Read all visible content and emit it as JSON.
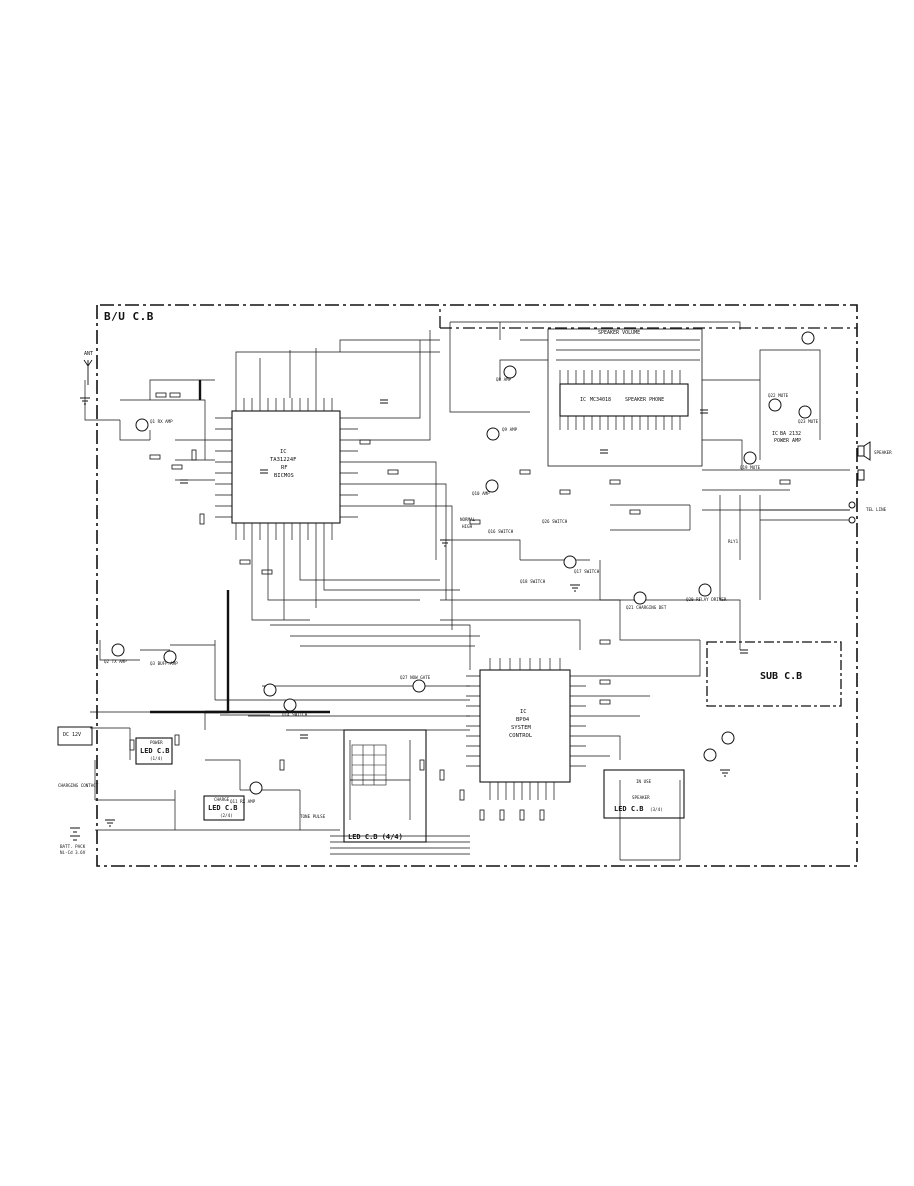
{
  "boards": {
    "main": "B/U C.B",
    "sub": "SUB C.B",
    "led_1": "LED C.B",
    "led_1_sub": "(1/4)",
    "led_2": "LED C.B",
    "led_2_sub": "(2/4)",
    "led_3": "LED C.B",
    "led_3_sub": "(3/4)",
    "led_4": "LED C.B (4/4)"
  },
  "ics": {
    "ic1": [
      "IC",
      "TA31224F",
      "RF",
      "BICMOS"
    ],
    "ic2": [
      "IC",
      "BP04",
      "SYSTEM",
      "CONTROL"
    ],
    "ic3": [
      "IC",
      "MC34018",
      "SPEAKER PHONE"
    ],
    "ic4": [
      "IC",
      "BA 2132",
      "POWER AMP"
    ]
  },
  "transistors": [
    "Q1 RX AMP",
    "Q2 TX AMP",
    "Q3 BUFF.AMP",
    "Q8 AMP",
    "Q9 AMP",
    "Q10 AMP",
    "Q11 RX AMP",
    "Q14 SWITCH",
    "Q16 SWITCH",
    "Q17 SWITCH",
    "Q18 SWITCH",
    "Q19 MUTE",
    "Q20 RELAY DRIVER",
    "Q21 CHARGING DET",
    "Q22 MUTE",
    "Q23 MUTE",
    "Q26 SWITCH",
    "Q27 NOW GATE"
  ],
  "labels": {
    "ant": "ANT",
    "speaker_volume": "SPEAKER VOLUME",
    "power_amp": "POWER AMP",
    "speaker": "SPEAKER",
    "tel_line": "TEL LINE",
    "dc_12v": "DC 12V",
    "charging_contact": "CHARGING CONTACT",
    "batt_pack": "BATT. PACK",
    "batt_pack_2": "Ni-Cd 3.6V",
    "relay": "RLY1",
    "tone_pulse": "TONE PULSE",
    "power": "POWER",
    "charge": "CHARGE",
    "in_use": "IN USE",
    "speaker_led": "SPEAKER",
    "normal": "NORMAL",
    "high": "HIGH"
  }
}
